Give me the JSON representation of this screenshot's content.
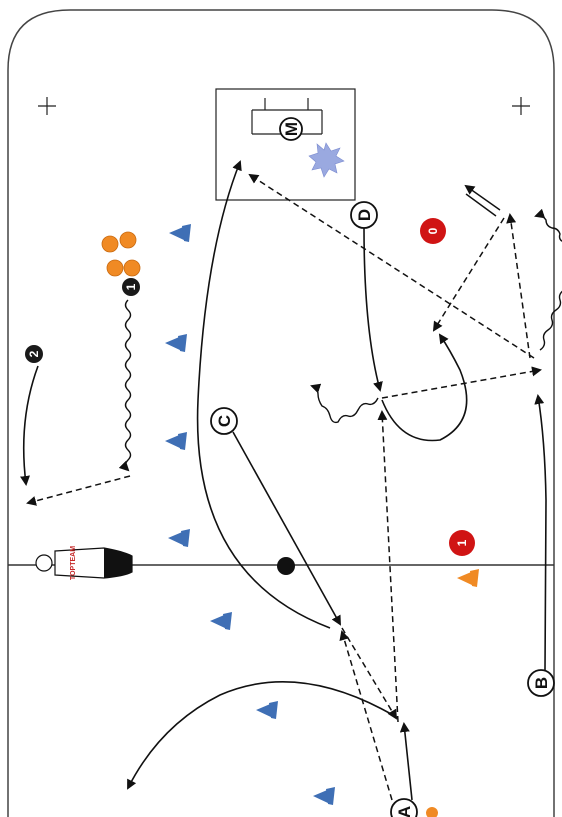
{
  "players": {
    "a": "A",
    "b": "B",
    "c": "C",
    "d": "D",
    "m": "M"
  },
  "numbered_markers": {
    "black_1": "1",
    "black_2": "2",
    "red_0": "0",
    "red_1": "1"
  },
  "mannequin_label": "TOPTEAM",
  "colors": {
    "rink_line": "#444444",
    "cone_blue": "#3f6fb5",
    "cone_orange": "#f08a24",
    "puck_orange": "#f08a24",
    "marker_red": "#d01414",
    "marker_black": "#1a1a1a",
    "star_fill": "#9aa9e0"
  },
  "icons": {
    "cone": "cone-icon",
    "puck_stack": "puck-stack-icon",
    "star": "star-icon",
    "mannequin": "mannequin-icon"
  }
}
